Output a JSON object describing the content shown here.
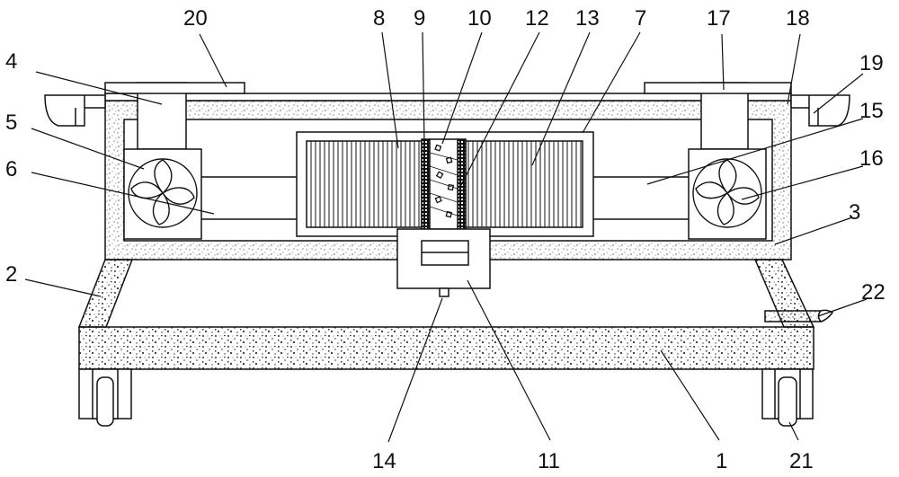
{
  "diagram": {
    "labels": {
      "l1": "1",
      "l2": "2",
      "l3": "3",
      "l4": "4",
      "l5": "5",
      "l6": "6",
      "l7": "7",
      "l8": "8",
      "l9": "9",
      "l10": "10",
      "l11": "11",
      "l12": "12",
      "l13": "13",
      "l14": "14",
      "l15": "15",
      "l16": "16",
      "l17": "17",
      "l18": "18",
      "l19": "19",
      "l20": "20",
      "l21": "21",
      "l22": "22"
    },
    "colors": {
      "line": "#111111",
      "background": "#ffffff",
      "speckle": "#444444"
    }
  }
}
